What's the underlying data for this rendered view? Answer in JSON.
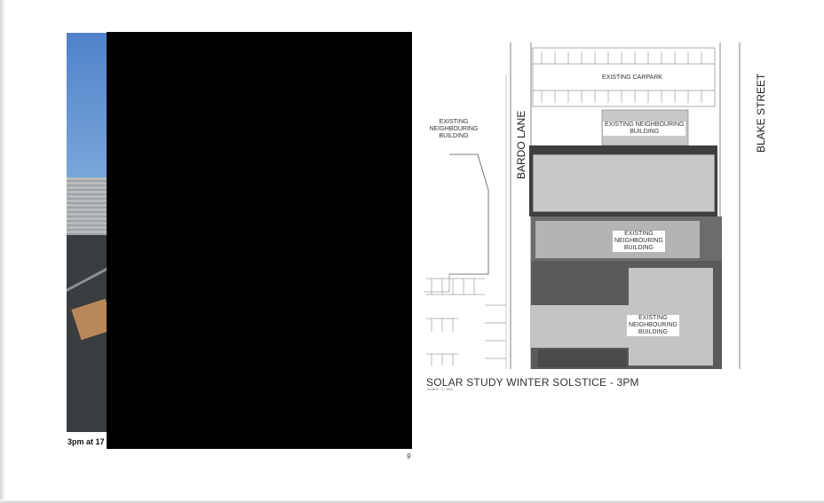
{
  "photo": {
    "caption": "3pm at 17"
  },
  "page": {
    "number": "9"
  },
  "plan": {
    "title": "SOLAR STUDY WINTER SOLSTICE - 3PM",
    "scale": "SCALE : 1 : 500",
    "streets": {
      "west": "BARDO LANE",
      "east": "BLAKE STREET"
    },
    "labels": {
      "carpark": "EXISTING CARPARK",
      "west_building": [
        "EXISTING",
        "NEIGHBOURING",
        "BUILDING"
      ],
      "north_building": [
        "EXISTING NEIGHBOURING",
        "BUILDING"
      ],
      "middle_building": [
        "EXISTING",
        "NEIGHBOURING",
        "BUILDING"
      ],
      "south_building": [
        "EXISTING",
        "NEIGHBOURING",
        "BUILDING"
      ]
    }
  }
}
